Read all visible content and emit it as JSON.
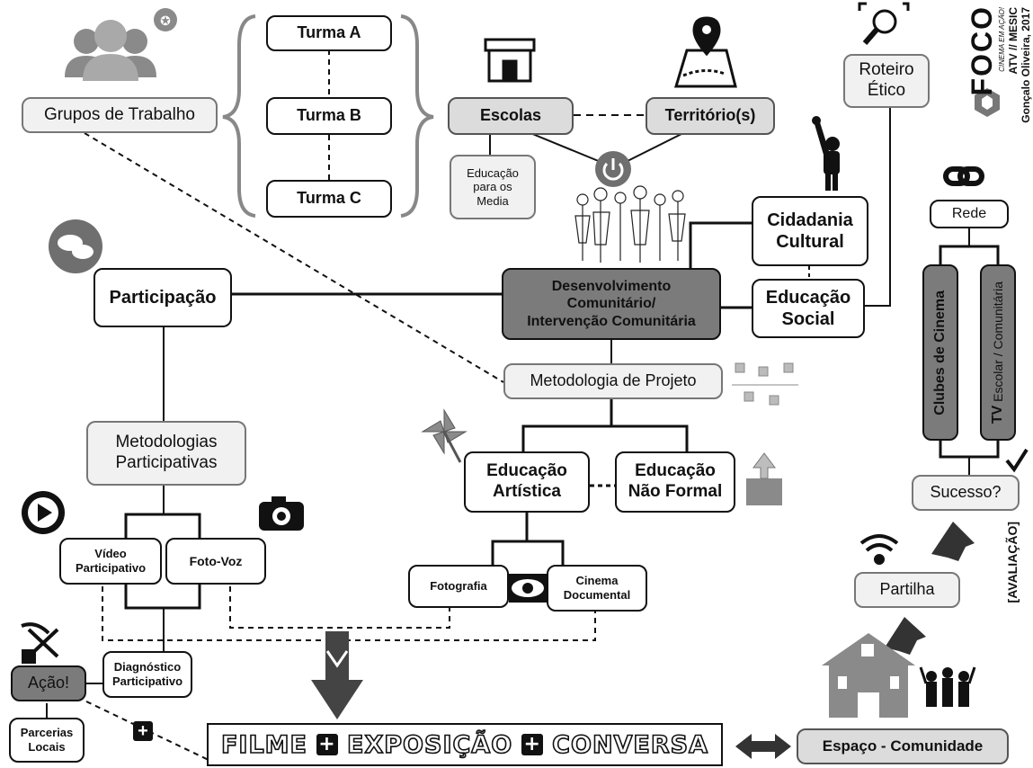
{
  "nodes": {
    "grupos_trabalho": "Grupos de Trabalho",
    "turma_a": "Turma A",
    "turma_b": "Turma B",
    "turma_c": "Turma C",
    "escolas": "Escolas",
    "territorios": "Território(s)",
    "educacao_media": "Educação\npara os\nMedia",
    "roteiro_etico": "Roteiro\nÉtico",
    "cidadania_cultural": "Cidadania\nCultural",
    "educacao_social": "Educação\nSocial",
    "participacao": "Participação",
    "desenvolvimento": "Desenvolvimento\nComunitário/\nIntervenção Comunitária",
    "metodologia_projeto": "Metodologia de Projeto",
    "metodologias_participativas": "Metodologias\nParticipativas",
    "educacao_artistica": "Educação\nArtística",
    "educacao_nao_formal": "Educação\nNão Formal",
    "video_participativo": "Vídeo\nParticipativo",
    "foto_voz": "Foto-Voz",
    "fotografia": "Fotografia",
    "cinema_documental": "Cinema\nDocumental",
    "diagnostico": "Diagnóstico\nParticipativo",
    "acao": "Ação!",
    "parcerias_locais": "Parcerias\nLocais",
    "rede": "Rede",
    "clubes_cinema": "Clubes de Cinema",
    "tv_prefix": "TV",
    "tv_rest": " Escolar / Comunitária",
    "sucesso": "Sucesso?",
    "avaliacao": "[AVALIAÇÃO]",
    "partilha": "Partilha",
    "espaco_comunidade": "Espaço - Comunidade"
  },
  "banner": {
    "filme": "FILME",
    "exposicao": "EXPOSIÇÃO",
    "conversa": "CONVERSA",
    "plus": "+"
  },
  "logo": {
    "brand": "FOCO",
    "tagline": "CINEMA EM AÇÃO!",
    "course": "ATV // MESIC",
    "author": "Gonçalo Oliveira, 2017"
  }
}
